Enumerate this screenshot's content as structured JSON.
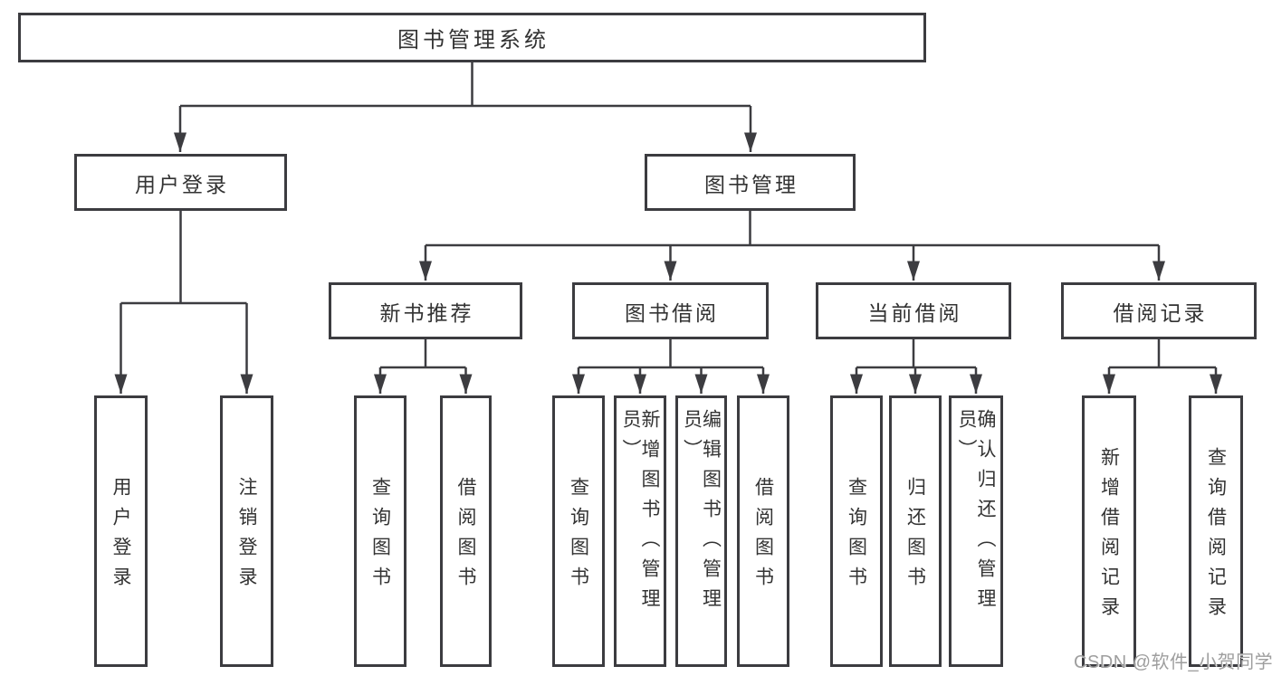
{
  "diagram": {
    "root": {
      "label": "图书管理系统"
    },
    "branches": [
      {
        "label": "用户登录",
        "children": [
          {
            "label": "用户登录"
          },
          {
            "label": "注销登录"
          }
        ]
      },
      {
        "label": "图书管理",
        "children": [
          {
            "label": "新书推荐",
            "children": [
              {
                "label": "查询图书"
              },
              {
                "label": "借阅图书"
              }
            ]
          },
          {
            "label": "图书借阅",
            "children": [
              {
                "label": "查询图书"
              },
              {
                "label": "新增图书（管理员）"
              },
              {
                "label": "编辑图书（管理员）"
              },
              {
                "label": "借阅图书"
              }
            ]
          },
          {
            "label": "当前借阅",
            "children": [
              {
                "label": "查询图书"
              },
              {
                "label": "归还图书"
              },
              {
                "label": "确认归还（管理员）"
              }
            ]
          },
          {
            "label": "借阅记录",
            "children": [
              {
                "label": "新增借阅记录"
              },
              {
                "label": "查询借阅记录"
              }
            ]
          }
        ]
      }
    ]
  },
  "watermark": {
    "text": "CSDN @软件_小贺同学"
  },
  "colors": {
    "line": "#3c3c40",
    "text": "#333333",
    "box_background": "#ffffff",
    "watermark": "#9e9e9e"
  }
}
